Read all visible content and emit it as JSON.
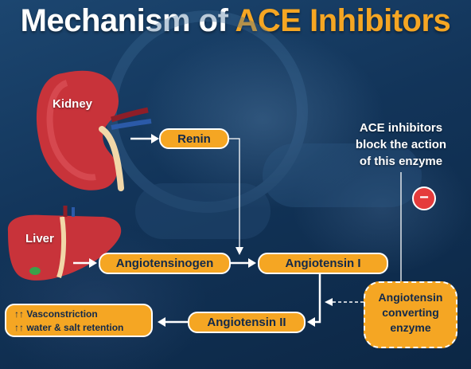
{
  "title": {
    "part1": "Mechanism of ",
    "part2": "ACE Inhibitors"
  },
  "organs": {
    "kidney": "Kidney",
    "liver": "Liver"
  },
  "nodes": {
    "renin": "Renin",
    "angiotensinogen": "Angiotensinogen",
    "angiotensin_i": "Angiotensin I",
    "angiotensin_ii": "Angiotensin II",
    "enzyme_line1": "Angiotensin",
    "enzyme_line2": "converting",
    "enzyme_line3": "enzyme"
  },
  "effects": {
    "line1": "↑↑ Vasconstriction",
    "line2": "↑↑ water & salt retention"
  },
  "annotation": {
    "line1": "ACE inhibitors",
    "line2": "block the action",
    "line3": "of this enzyme"
  },
  "minus_symbol": "−",
  "colors": {
    "accent": "#f5a623",
    "background": "#12355b",
    "block": "#e53b3b"
  }
}
